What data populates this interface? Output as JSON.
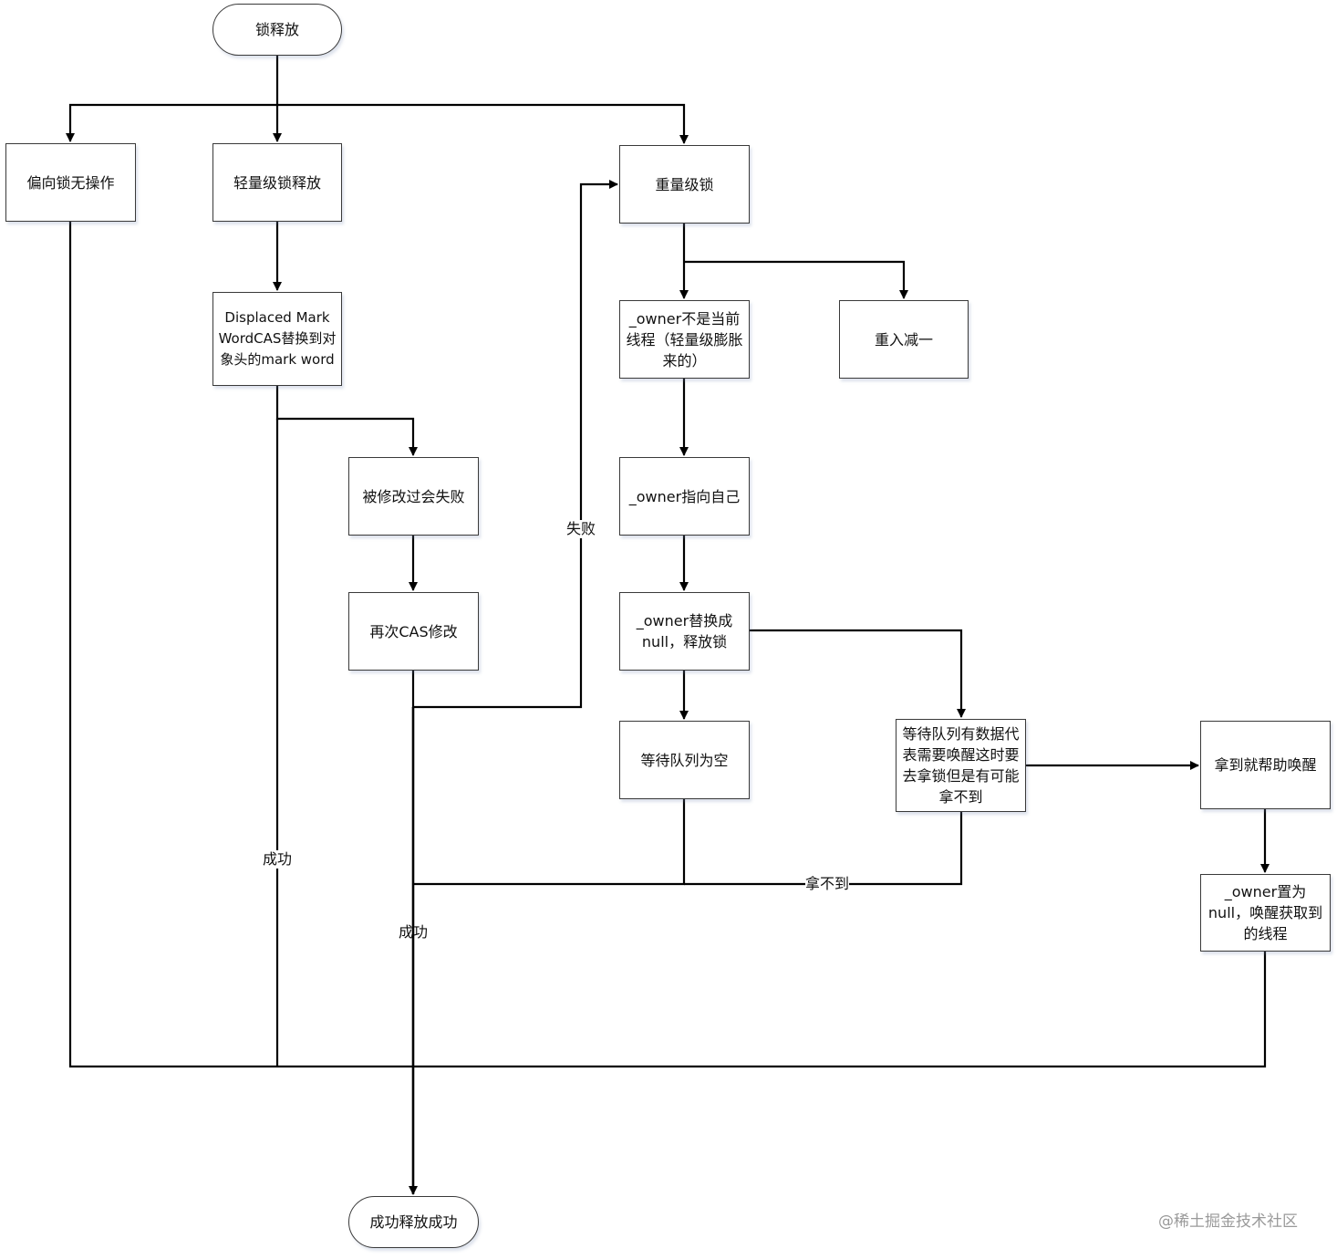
{
  "diagram": {
    "nodes": {
      "start": "锁释放",
      "biased": "偏向锁无操作",
      "lightweight": "轻量级锁释放",
      "heavyweight": "重量级锁",
      "displaced": "Displaced Mark WordCAS替换到对象头的mark word",
      "not_owner": "_owner不是当前线程（轻量级膨胀来的）",
      "reentry_minus": "重入减一",
      "modified_fail": "被修改过会失败",
      "owner_self": "_owner指向自己",
      "cas_retry": "再次CAS修改",
      "owner_null": "_owner替换成null，释放锁",
      "queue_empty": "等待队列为空",
      "queue_has_data": "等待队列有数据代表需要唤醒这时要去拿锁但是有可能拿不到",
      "got_wake": "拿到就帮助唤醒",
      "owner_null_wake": "_owner置为null，唤醒获取到的线程",
      "end": "成功释放成功"
    },
    "edge_labels": {
      "fail": "失败",
      "success_left": "成功",
      "success_mid": "成功",
      "cannot_get": "拿不到"
    },
    "watermark": "@稀土掘金技术社区"
  }
}
